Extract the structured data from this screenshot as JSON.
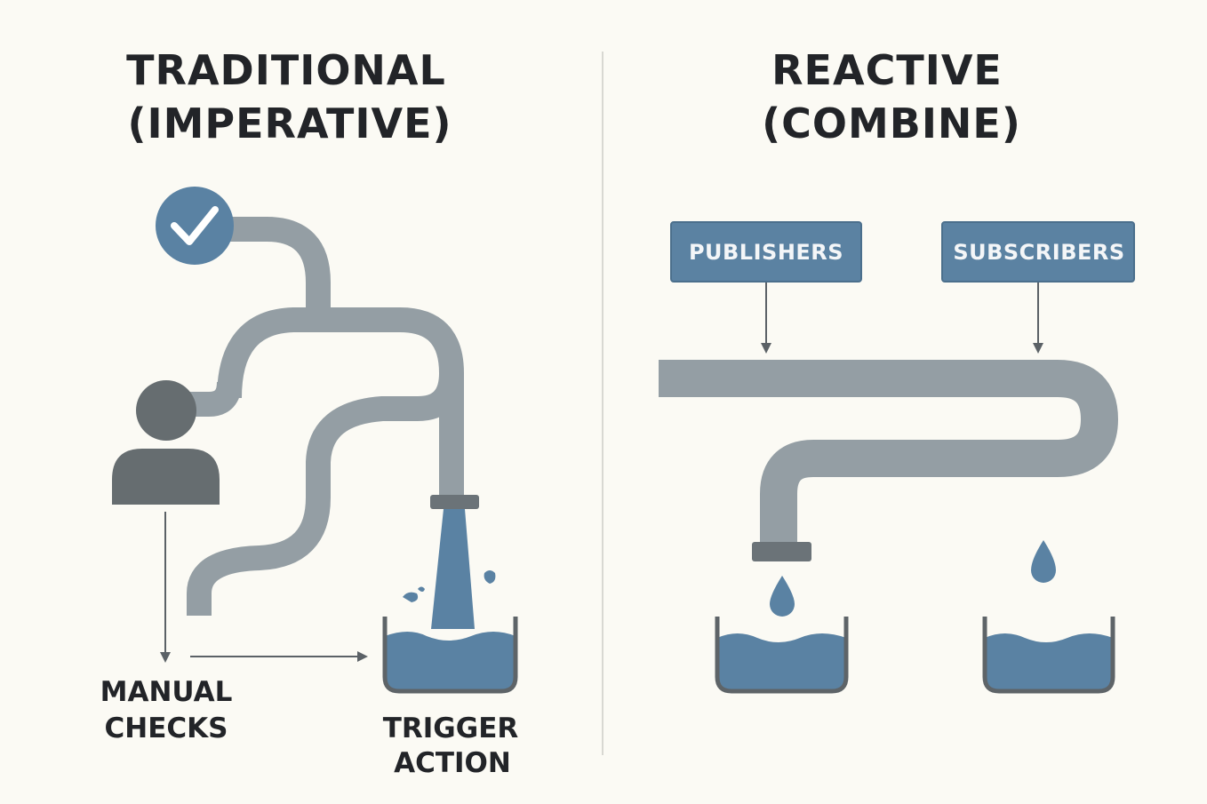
{
  "traditional": {
    "title_line1": "TRADITIONAL",
    "title_line2": "(IMPERATIVE)",
    "manual_checks_line1": "MANUAL",
    "manual_checks_line2": "CHECKS",
    "trigger_action_line1": "TRIGGER",
    "trigger_action_line2": "ACTION"
  },
  "reactive": {
    "title_line1": "REACTIVE",
    "title_line2": "(COMBINE)",
    "publishers_label": "PUBLISHERS",
    "subscribers_label": "SUBSCRIBERS"
  },
  "colors": {
    "background": "#fbfaf4",
    "pipe": "#949ea4",
    "blue": "#5a82a3",
    "blue_box": "#5b82a2",
    "person": "#666d70",
    "text": "#222428",
    "arrow": "#5b6166",
    "divider": "#d8d8d2"
  },
  "icons": [
    "check-icon",
    "person-icon",
    "water-drop-icon",
    "water-basin-icon"
  ]
}
